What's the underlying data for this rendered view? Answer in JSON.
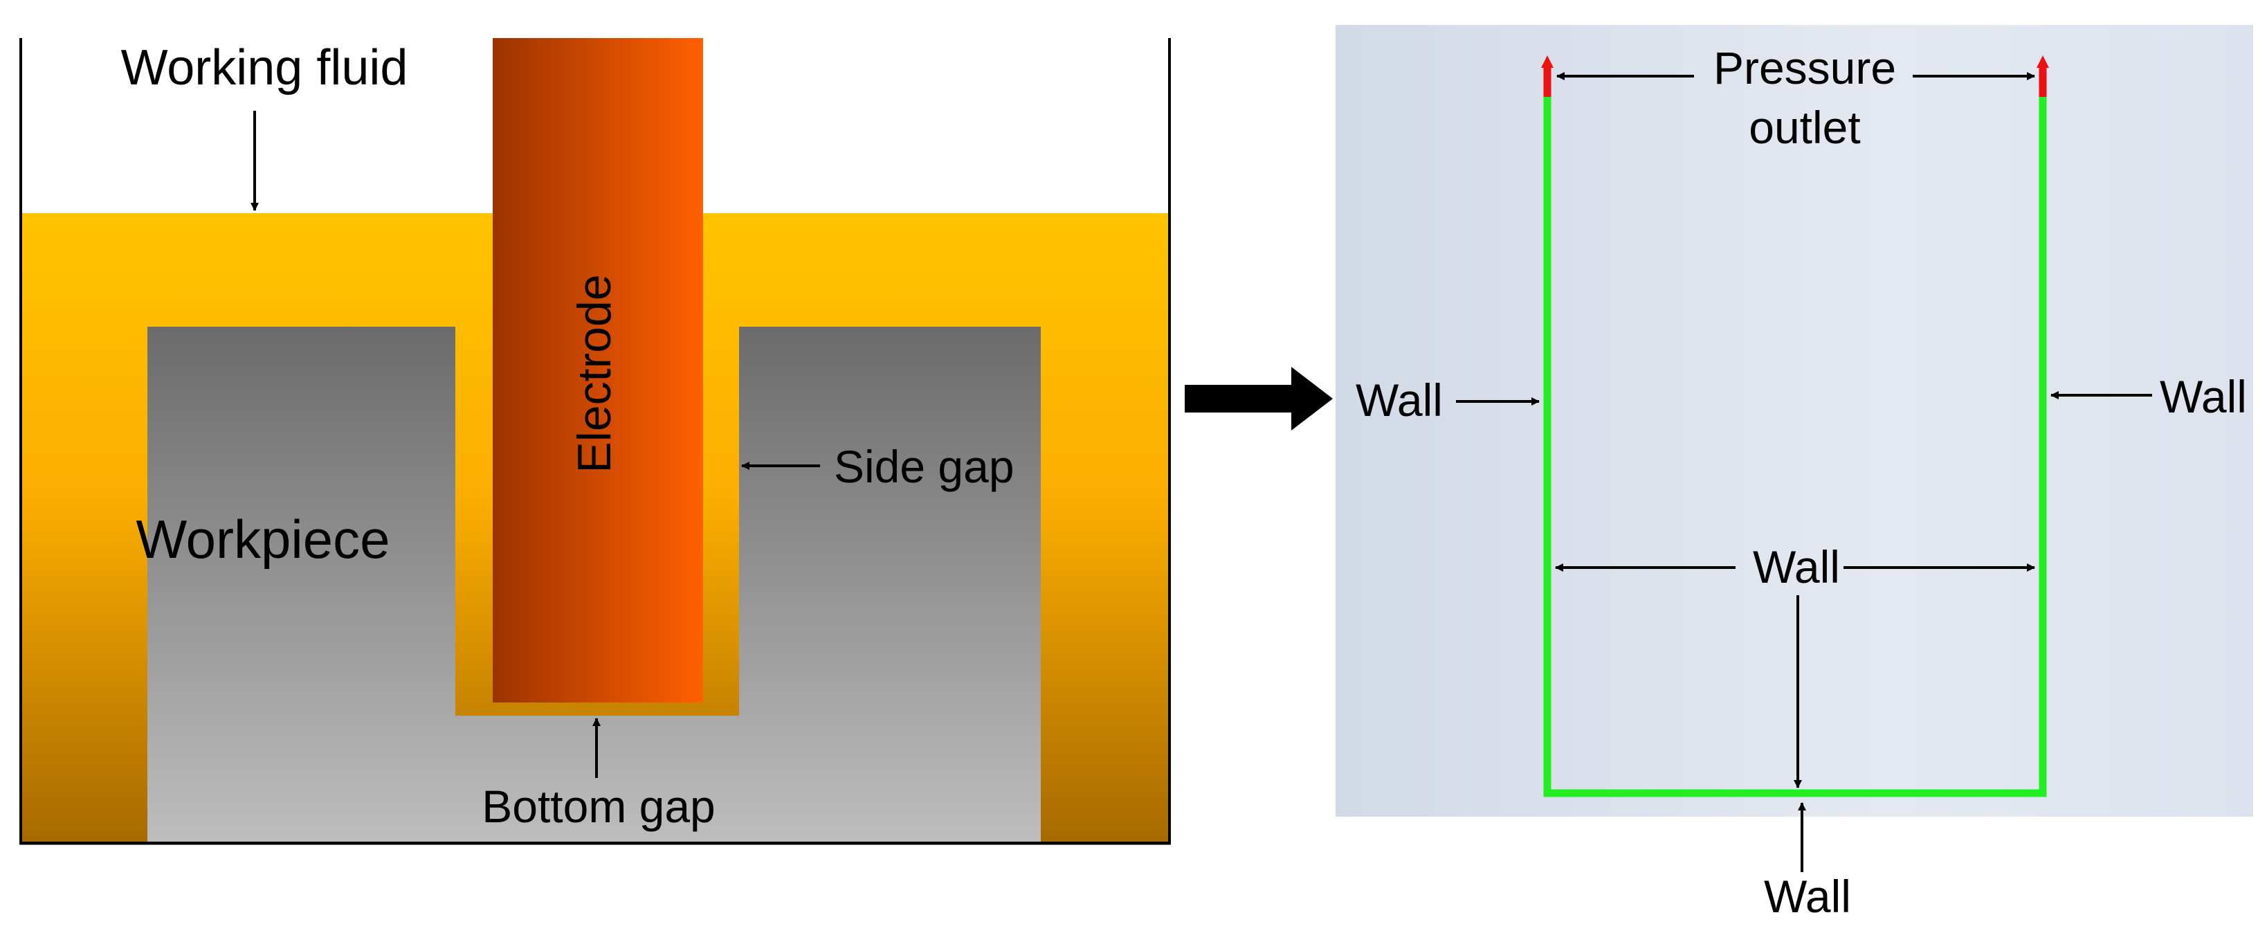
{
  "left_diagram": {
    "working_fluid_label": "Working fluid",
    "electrode_label": "Electrode",
    "workpiece_label": "Workpiece",
    "side_gap_label": "Side gap",
    "bottom_gap_label": "Bottom gap"
  },
  "right_diagram": {
    "pressure_outlet_label_line1": "Pressure",
    "pressure_outlet_label_line2": "outlet",
    "wall_left_label": "Wall",
    "wall_right_label": "Wall",
    "wall_middle_label": "Wall",
    "wall_bottom_label": "Wall"
  },
  "colors": {
    "fluid_top": "#FFC400",
    "fluid_bottom": "#A86A00",
    "workpiece_top": "#6B6B6B",
    "workpiece_bottom": "#BDBDBD",
    "electrode_left": "#9C3300",
    "electrode_right": "#FF6000",
    "wall_boundary": "#22EE22",
    "pressure_outlet": "#EE1111",
    "domain_background": "#DCE3EE"
  },
  "icons": {
    "transition_arrow": "right-arrow-icon"
  }
}
